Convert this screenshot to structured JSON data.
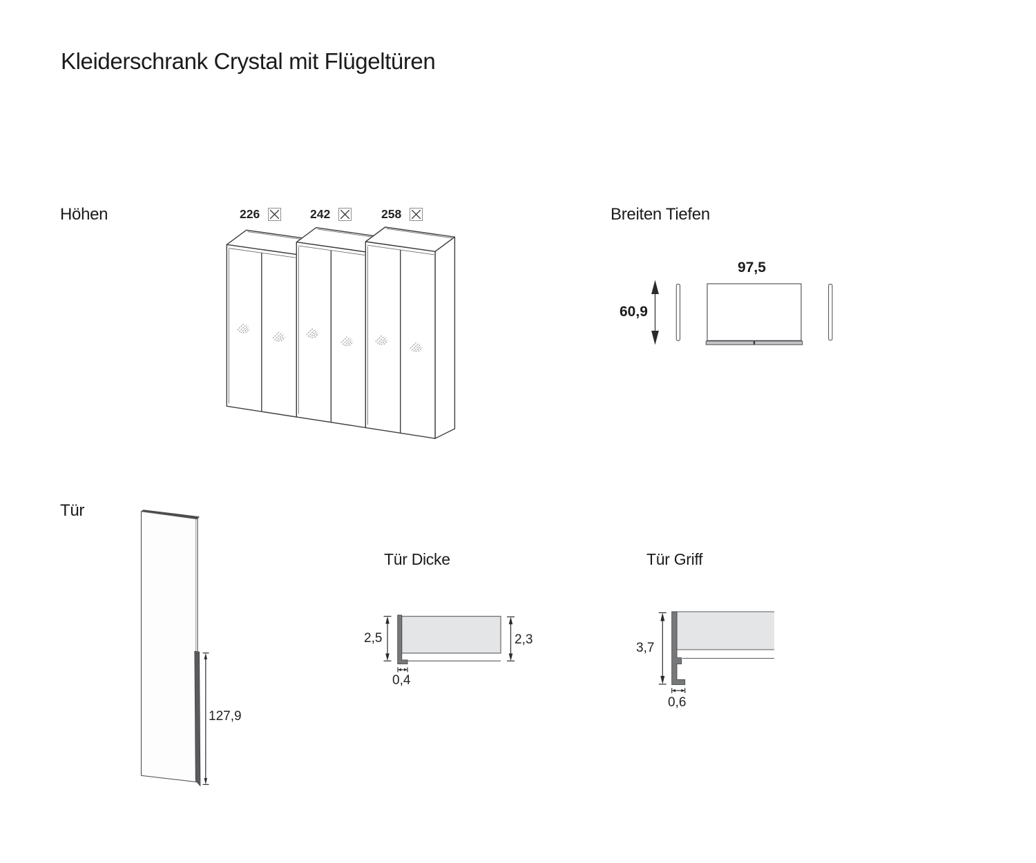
{
  "page": {
    "title": "Kleiderschrank Crystal mit Flügeltüren"
  },
  "heights": {
    "label": "Höhen",
    "options": [
      {
        "value": "226"
      },
      {
        "value": "242"
      },
      {
        "value": "258"
      }
    ]
  },
  "widths_depths": {
    "label": "Breiten Tiefen",
    "width": "97,5",
    "depth": "60,9"
  },
  "door": {
    "label": "Tür",
    "handle_length": "127,9"
  },
  "door_thickness": {
    "label": "Tür Dicke",
    "total": "2,5",
    "panel": "2,3",
    "profile": "0,4"
  },
  "door_handle": {
    "label": "Tür Griff",
    "height": "3,7",
    "width": "0,6"
  },
  "colors": {
    "panel_fill": "#e4e5e7",
    "profile_fill": "#77787a",
    "handle_strip": "#5a5b5e",
    "top_strip": "#c4c5c7",
    "door_top_edge": "#4b4b4d"
  }
}
